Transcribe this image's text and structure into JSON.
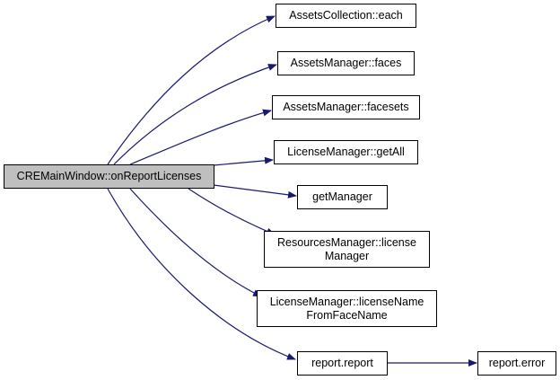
{
  "root": {
    "label": "CREMainWindow::onReportLicenses"
  },
  "callees": [
    {
      "id": "assets-collection-each",
      "lines": [
        "AssetsCollection::each"
      ]
    },
    {
      "id": "assets-manager-faces",
      "lines": [
        "AssetsManager::faces"
      ]
    },
    {
      "id": "assets-manager-facesets",
      "lines": [
        "AssetsManager::facesets"
      ]
    },
    {
      "id": "license-manager-getall",
      "lines": [
        "LicenseManager::getAll"
      ]
    },
    {
      "id": "getmanager",
      "lines": [
        "getManager"
      ]
    },
    {
      "id": "resources-manager-license-manager",
      "lines": [
        "ResourcesManager::license",
        "Manager"
      ]
    },
    {
      "id": "license-manager-license-name-from-face-name",
      "lines": [
        "LicenseManager::licenseName",
        "FromFaceName"
      ]
    },
    {
      "id": "report-report",
      "lines": [
        "report.report"
      ]
    },
    {
      "id": "report-error",
      "lines": [
        "report.error"
      ]
    }
  ],
  "colors": {
    "edge": "#191970",
    "root_fill": "#bfbfbf",
    "node_border": "#000000"
  }
}
